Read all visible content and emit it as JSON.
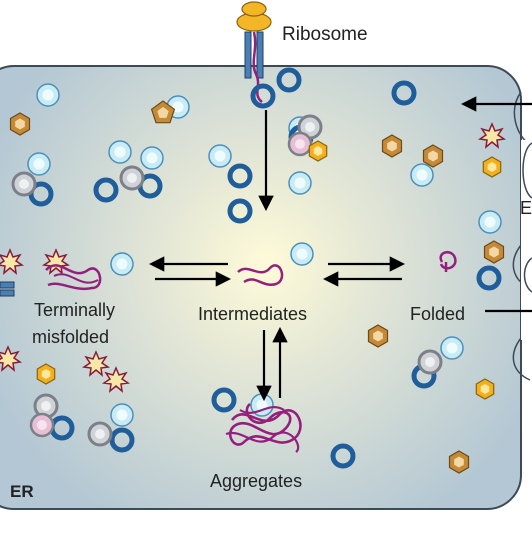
{
  "labels": {
    "ribosome": "Ribosome",
    "terminally": "Terminally",
    "misfolded": "misfolded",
    "intermediates": "Intermediates",
    "folded": "Folded",
    "aggregates": "Aggregates",
    "er": "ER",
    "edge": "E"
  },
  "colors": {
    "cell_fill": "#b7cbd8",
    "cell_glow": "#fff9d2",
    "cell_border": "#3d4a55",
    "protein_chain": "#93207d",
    "ring_blue": "#1f5e9a",
    "ring_light": "#c9ecf4",
    "hexagon": "#c58a36",
    "hexagon_gold": "#f2b01c",
    "grey_ring": "#8c8f96",
    "pink_ring": "#e6bfd6",
    "ribosome_gold": "#f3b626",
    "ribosome_blue": "#4a7fb3",
    "starburst": "#f7e8a8",
    "starburst_edge": "#8a1a3a"
  }
}
